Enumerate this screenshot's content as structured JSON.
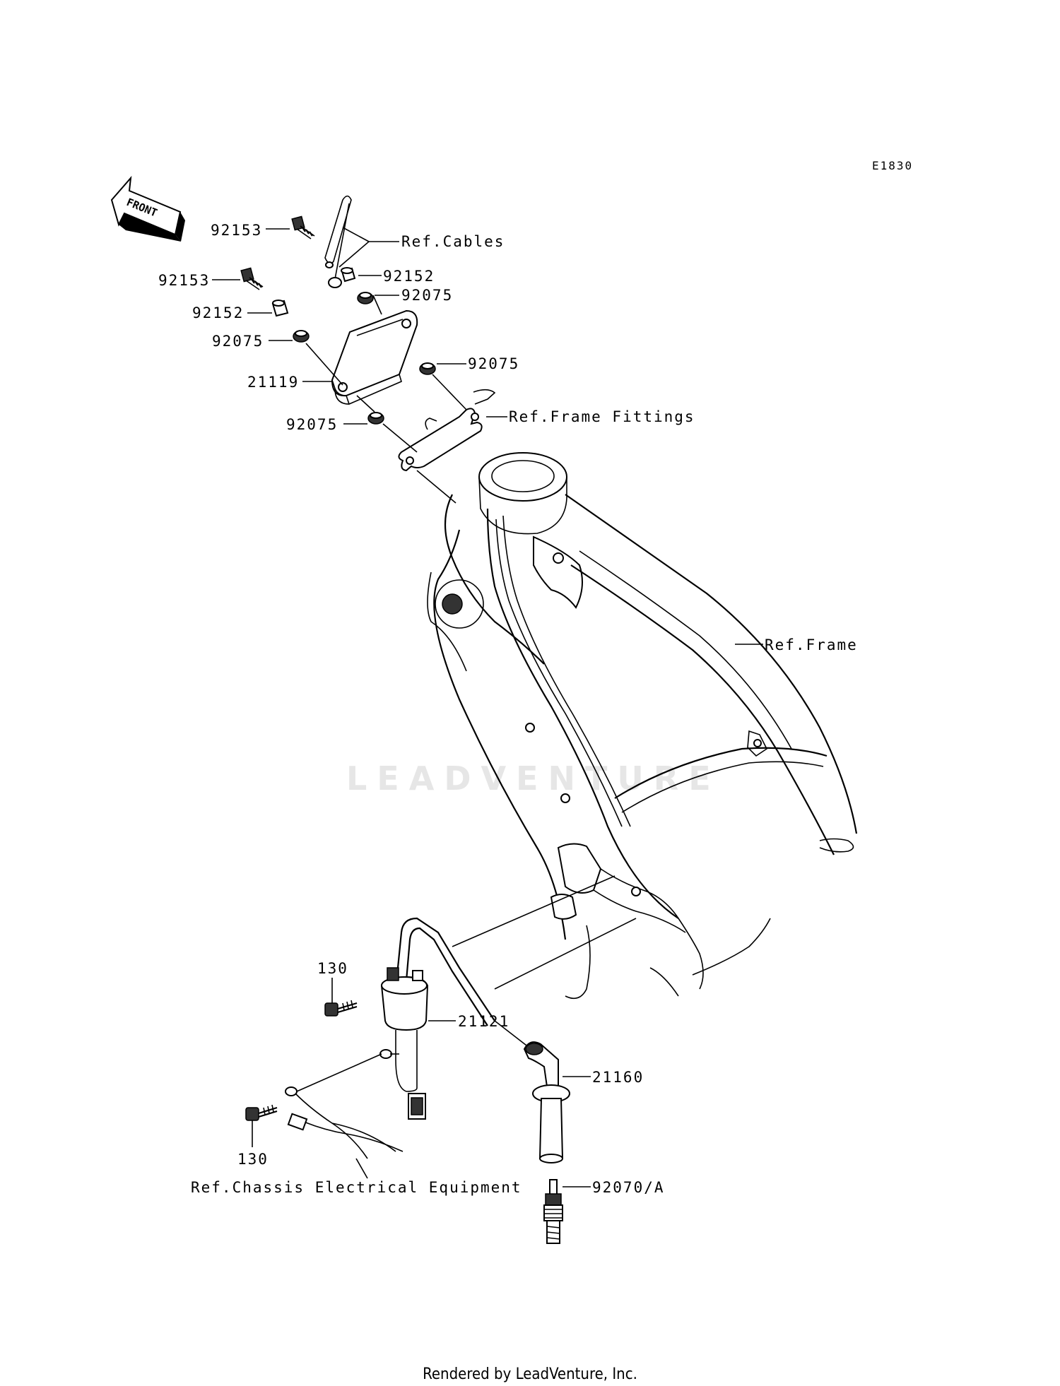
{
  "diagram_code": "E1830",
  "front_label": "FRONT",
  "watermark": "LEADVENTURE",
  "footer": "Rendered by LeadVenture, Inc.",
  "callouts": {
    "p92153_a": "92153",
    "p92153_b": "92153",
    "p92152_a": "92152",
    "p92152_b": "92152",
    "p92075_a": "92075",
    "p92075_b": "92075",
    "p92075_c": "92075",
    "p92075_d": "92075",
    "p21119": "21119",
    "p130_a": "130",
    "p130_b": "130",
    "p21121": "21121",
    "p21160": "21160",
    "p92070": "92070/A"
  },
  "references": {
    "cables": "Ref.Cables",
    "frame_fittings": "Ref.Frame Fittings",
    "frame": "Ref.Frame",
    "chassis_electrical": "Ref.Chassis Electrical Equipment"
  }
}
